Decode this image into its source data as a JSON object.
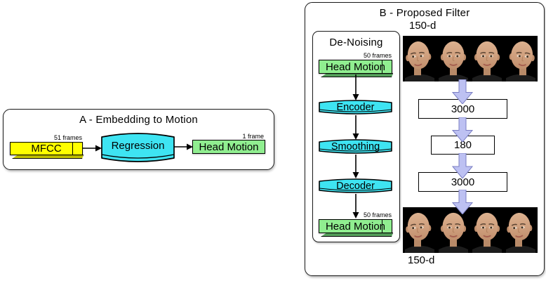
{
  "panel_a": {
    "title": "A - Embedding to Motion",
    "mfcc": {
      "label": "MFCC",
      "frames_label": "51 frames"
    },
    "regression": {
      "label": "Regression"
    },
    "head_motion": {
      "label": "Head Motion",
      "frames_label": "1 frame"
    }
  },
  "panel_b": {
    "title": "B - Proposed Filter",
    "denoising": {
      "title": "De-Noising",
      "input": {
        "label": "Head Motion",
        "frames_label": "50 frames"
      },
      "stages": [
        {
          "label": "Encoder"
        },
        {
          "label": "Smoothing"
        },
        {
          "label": "Decoder"
        }
      ],
      "output": {
        "label": "Head Motion",
        "frames_label": "50 frames"
      }
    },
    "pipeline": {
      "top_dim_label": "150-d",
      "bottom_dim_label": "150-d",
      "layers": [
        {
          "label": "3000"
        },
        {
          "label": "180"
        },
        {
          "label": "3000"
        }
      ],
      "top_faces": 4,
      "bottom_faces": 4
    }
  },
  "colors": {
    "process_cyan": "#3ee4f2",
    "data_green": "#90ee90",
    "mfcc_yellow": "#ffff00",
    "flow_arrow_lavender": "#bdc1f2",
    "flow_arrow_border": "#7b7fc4"
  }
}
